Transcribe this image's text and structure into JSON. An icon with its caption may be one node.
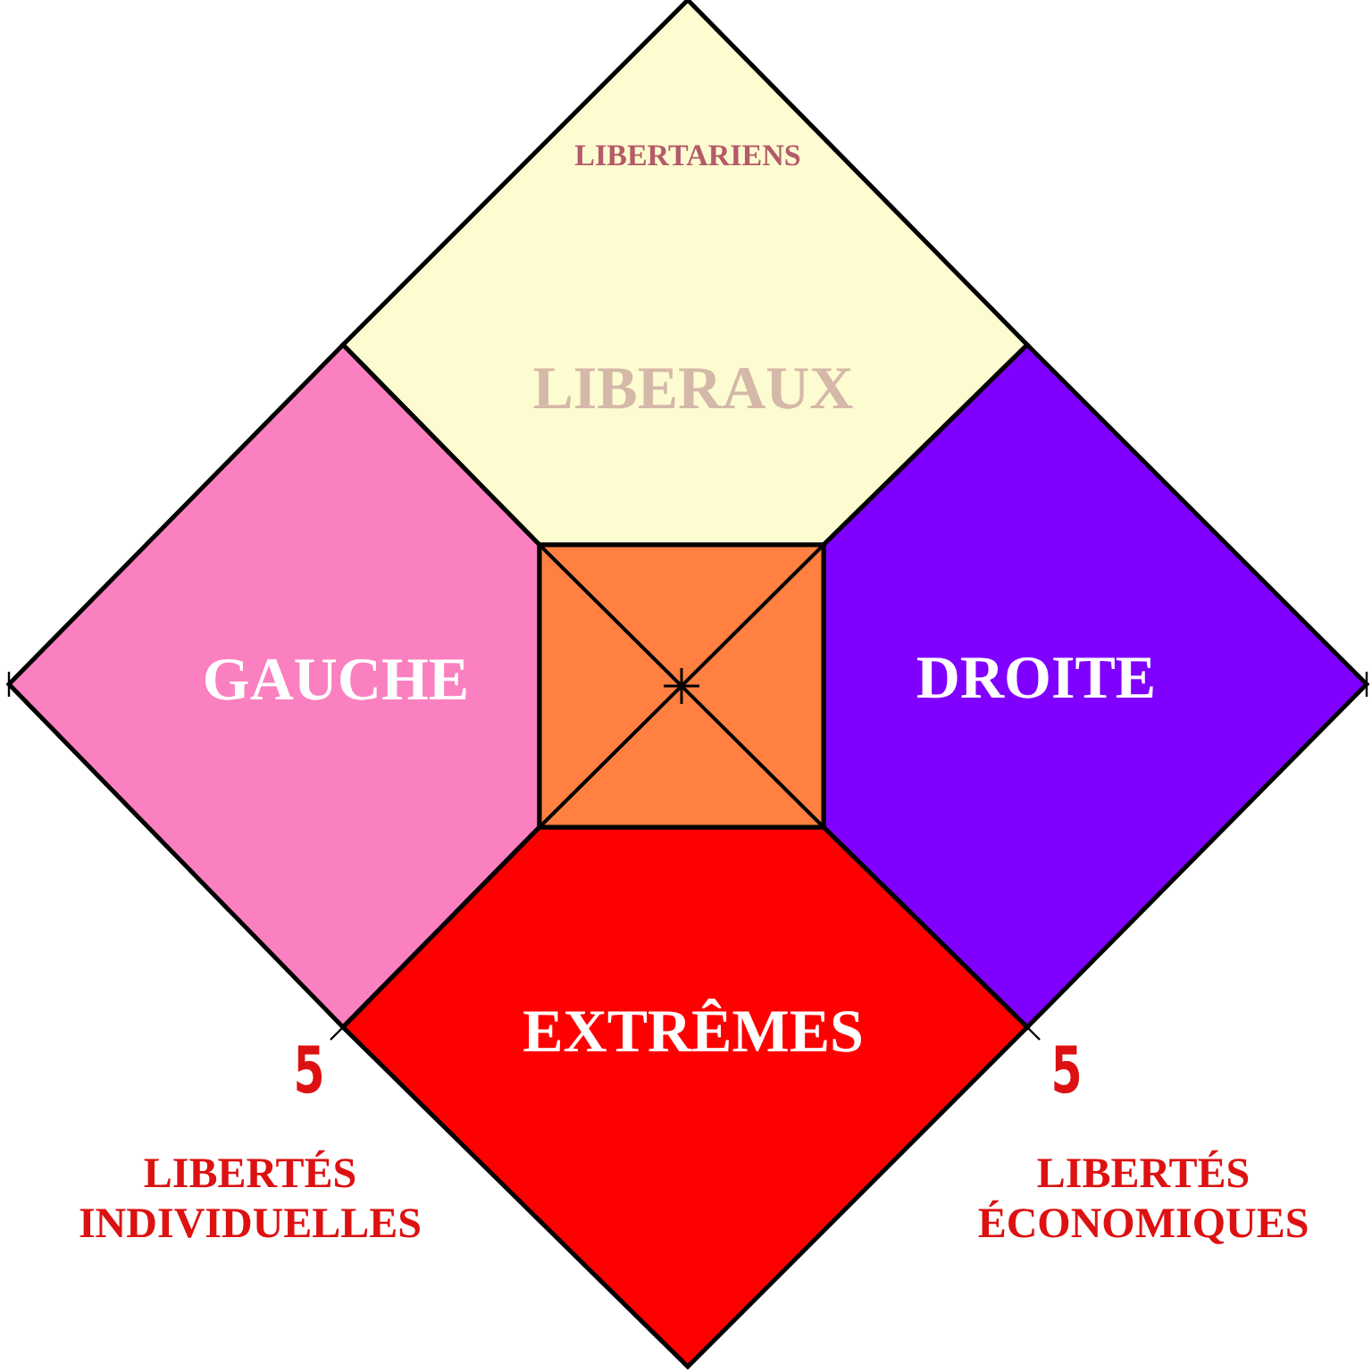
{
  "diagram": {
    "nodes": [
      {
        "text": [
          "LIBERTARIENS",
          "LIBERAUX"
        ]
      },
      {
        "text": [
          "GAUCHE"
        ]
      },
      {
        "text": [
          "DROITE"
        ]
      },
      {
        "text": [],
        "shape": "box"
      },
      {
        "text": [
          "EXTRÊMES"
        ]
      }
    ],
    "labels": [
      "5",
      "LIBERTÉS INDIVIDUELLES",
      "5",
      "LIBERTÉS ÉCONOMIQUES"
    ]
  }
}
